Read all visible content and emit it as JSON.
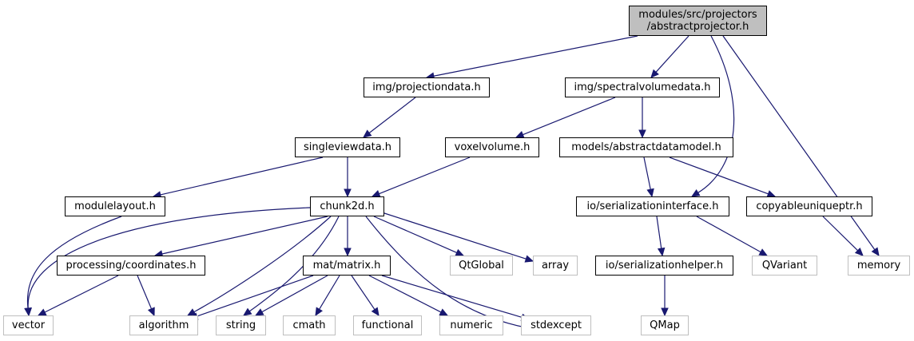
{
  "graph": {
    "edge_color": "#191970",
    "root_fill": "#bfbfbf",
    "external_border": "#bfbfbf",
    "nodes": [
      {
        "id": "root",
        "lines": [
          "modules/src/projectors",
          "/abstractprojector.h"
        ],
        "kind": "root"
      },
      {
        "id": "projectiondata",
        "lines": [
          "img/projectiondata.h"
        ],
        "kind": "internal"
      },
      {
        "id": "spectralvolumedata",
        "lines": [
          "img/spectralvolumedata.h"
        ],
        "kind": "internal"
      },
      {
        "id": "singleviewdata",
        "lines": [
          "singleviewdata.h"
        ],
        "kind": "internal"
      },
      {
        "id": "voxelvolume",
        "lines": [
          "voxelvolume.h"
        ],
        "kind": "internal"
      },
      {
        "id": "abstractdatamodel",
        "lines": [
          "models/abstractdatamodel.h"
        ],
        "kind": "internal"
      },
      {
        "id": "modulelayout",
        "lines": [
          "modulelayout.h"
        ],
        "kind": "internal"
      },
      {
        "id": "chunk2d",
        "lines": [
          "chunk2d.h"
        ],
        "kind": "internal"
      },
      {
        "id": "serializationinterface",
        "lines": [
          "io/serializationinterface.h"
        ],
        "kind": "internal"
      },
      {
        "id": "copyableuniqueptr",
        "lines": [
          "copyableuniqueptr.h"
        ],
        "kind": "internal"
      },
      {
        "id": "coordinates",
        "lines": [
          "processing/coordinates.h"
        ],
        "kind": "internal"
      },
      {
        "id": "matrix",
        "lines": [
          "mat/matrix.h"
        ],
        "kind": "internal"
      },
      {
        "id": "qtglobal",
        "lines": [
          "QtGlobal"
        ],
        "kind": "external"
      },
      {
        "id": "array",
        "lines": [
          "array"
        ],
        "kind": "external"
      },
      {
        "id": "serializationhelper",
        "lines": [
          "io/serializationhelper.h"
        ],
        "kind": "internal"
      },
      {
        "id": "qvariant",
        "lines": [
          "QVariant"
        ],
        "kind": "external"
      },
      {
        "id": "memory",
        "lines": [
          "memory"
        ],
        "kind": "external"
      },
      {
        "id": "vector",
        "lines": [
          "vector"
        ],
        "kind": "external"
      },
      {
        "id": "algorithm",
        "lines": [
          "algorithm"
        ],
        "kind": "external"
      },
      {
        "id": "string",
        "lines": [
          "string"
        ],
        "kind": "external"
      },
      {
        "id": "cmath",
        "lines": [
          "cmath"
        ],
        "kind": "external"
      },
      {
        "id": "functional",
        "lines": [
          "functional"
        ],
        "kind": "external"
      },
      {
        "id": "numeric",
        "lines": [
          "numeric"
        ],
        "kind": "external"
      },
      {
        "id": "stdexcept",
        "lines": [
          "stdexcept"
        ],
        "kind": "external"
      },
      {
        "id": "qmap",
        "lines": [
          "QMap"
        ],
        "kind": "external"
      }
    ],
    "edges": [
      [
        "root",
        "projectiondata"
      ],
      [
        "root",
        "spectralvolumedata"
      ],
      [
        "root",
        "serializationinterface"
      ],
      [
        "root",
        "memory"
      ],
      [
        "projectiondata",
        "singleviewdata"
      ],
      [
        "spectralvolumedata",
        "voxelvolume"
      ],
      [
        "spectralvolumedata",
        "abstractdatamodel"
      ],
      [
        "singleviewdata",
        "modulelayout"
      ],
      [
        "singleviewdata",
        "chunk2d"
      ],
      [
        "voxelvolume",
        "chunk2d"
      ],
      [
        "abstractdatamodel",
        "serializationinterface"
      ],
      [
        "abstractdatamodel",
        "copyableuniqueptr"
      ],
      [
        "modulelayout",
        "vector"
      ],
      [
        "chunk2d",
        "vector"
      ],
      [
        "chunk2d",
        "coordinates"
      ],
      [
        "chunk2d",
        "algorithm"
      ],
      [
        "chunk2d",
        "string"
      ],
      [
        "chunk2d",
        "matrix"
      ],
      [
        "chunk2d",
        "qtglobal"
      ],
      [
        "chunk2d",
        "array"
      ],
      [
        "chunk2d",
        "stdexcept"
      ],
      [
        "coordinates",
        "vector"
      ],
      [
        "coordinates",
        "algorithm"
      ],
      [
        "matrix",
        "algorithm"
      ],
      [
        "matrix",
        "string"
      ],
      [
        "matrix",
        "cmath"
      ],
      [
        "matrix",
        "functional"
      ],
      [
        "matrix",
        "numeric"
      ],
      [
        "matrix",
        "stdexcept"
      ],
      [
        "serializationinterface",
        "serializationhelper"
      ],
      [
        "serializationinterface",
        "qvariant"
      ],
      [
        "copyableuniqueptr",
        "memory"
      ],
      [
        "serializationhelper",
        "qmap"
      ]
    ]
  }
}
